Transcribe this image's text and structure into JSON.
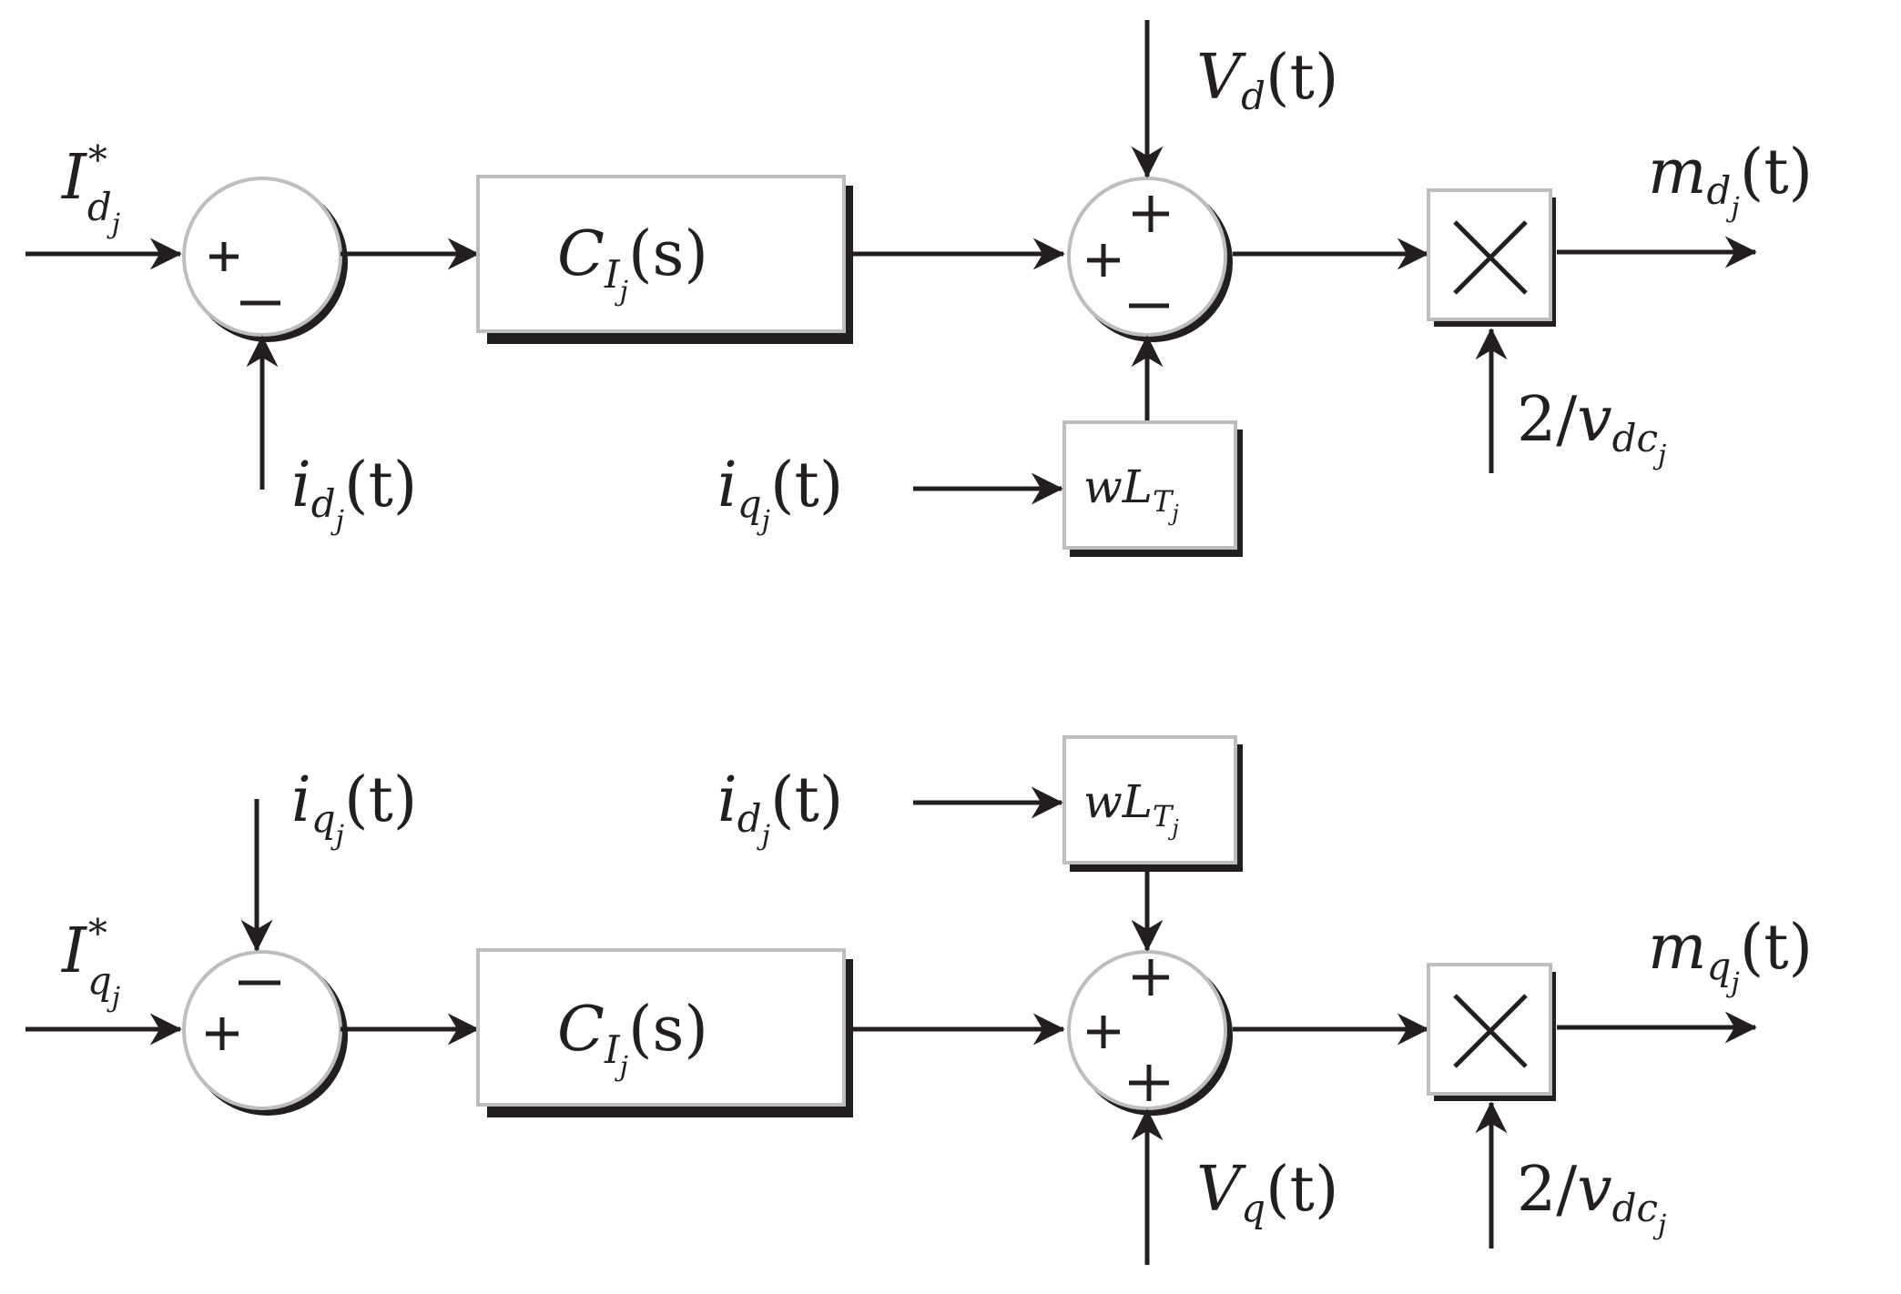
{
  "labels": {
    "Id_ref_main": "I",
    "Id_ref_star": "*",
    "Id_ref_sub": "d",
    "Id_ref_subsub": "j",
    "id_fb_main": "i",
    "id_fb_sub": "d",
    "id_fb_subsub": "j",
    "id_fb_arg": "(t)",
    "C_top_main": "C",
    "C_top_sub": "I",
    "C_top_subsub": "j",
    "C_top_arg": "(s)",
    "Vd_main": "V",
    "Vd_sub": "d",
    "Vd_arg": "(t)",
    "iq_in_main": "i",
    "iq_in_sub": "q",
    "iq_in_subsub": "j",
    "iq_in_arg": "(t)",
    "wL_top_main": "wL",
    "wL_top_sub": "T",
    "wL_top_subsub": "j",
    "md_main": "m",
    "md_sub": "d",
    "md_subsub": "j",
    "md_arg": "(t)",
    "vdc_top_pre": "2/",
    "vdc_top_main": "v",
    "vdc_top_sub": "dc",
    "vdc_top_subsub": "j",
    "Iq_ref_main": "I",
    "Iq_ref_star": "*",
    "Iq_ref_sub": "q",
    "Iq_ref_subsub": "j",
    "iq_fb_main": "i",
    "iq_fb_sub": "q",
    "iq_fb_subsub": "j",
    "iq_fb_arg": "(t)",
    "C_bot_main": "C",
    "C_bot_sub": "I",
    "C_bot_subsub": "j",
    "C_bot_arg": "(s)",
    "id_in_main": "i",
    "id_in_sub": "d",
    "id_in_subsub": "j",
    "id_in_arg": "(t)",
    "wL_bot_main": "wL",
    "wL_bot_sub": "T",
    "wL_bot_subsub": "j",
    "Vq_main": "V",
    "Vq_sub": "q",
    "Vq_arg": "(t)",
    "mq_main": "m",
    "mq_sub": "q",
    "mq_subsub": "j",
    "mq_arg": "(t)",
    "vdc_bot_pre": "2/",
    "vdc_bot_main": "v",
    "vdc_bot_sub": "dc",
    "vdc_bot_subsub": "j"
  }
}
